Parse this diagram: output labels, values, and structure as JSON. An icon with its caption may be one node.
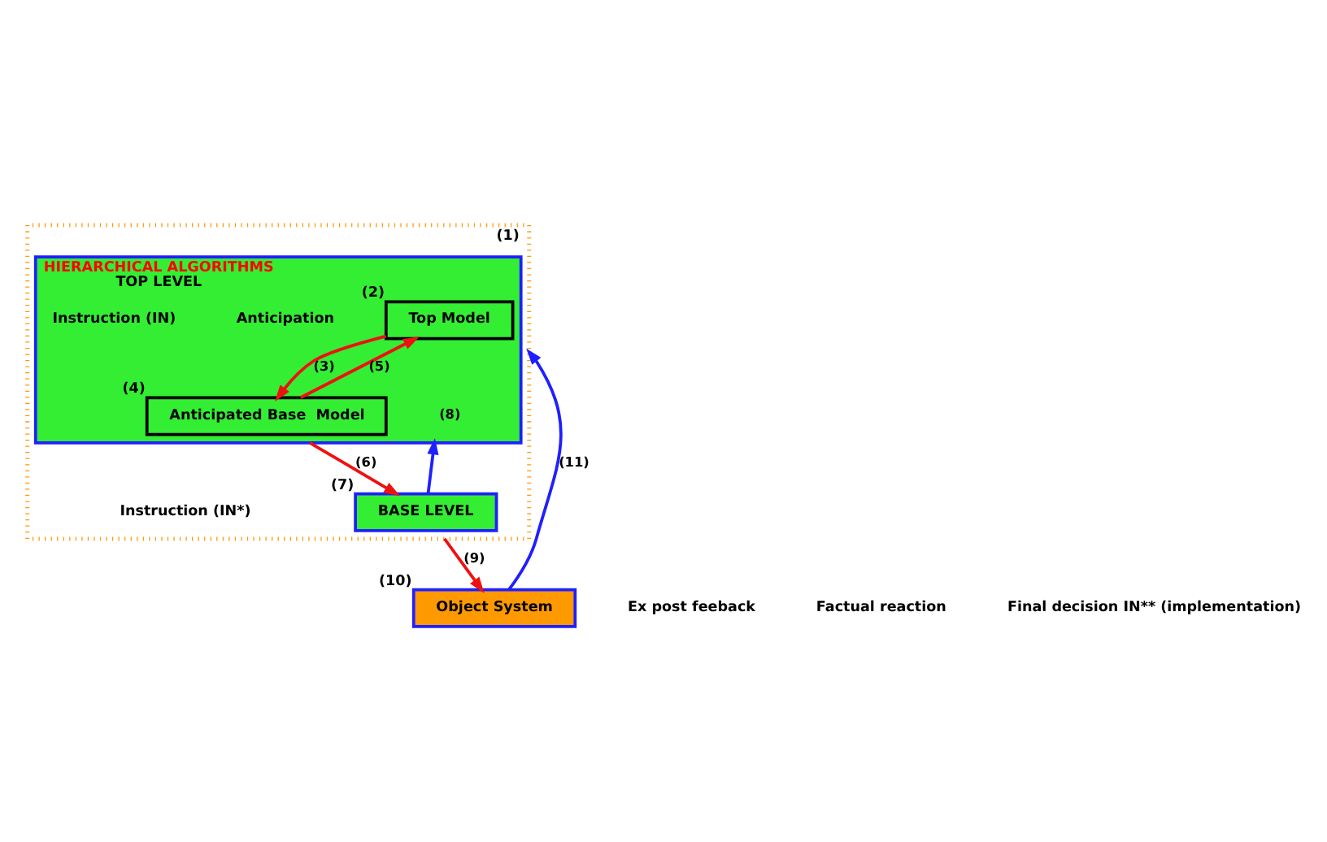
{
  "diagram": {
    "nodes": [
      {
        "text": [
          "(1)"
        ]
      },
      {
        "text": [
          "HIERARCHICAL ALGORITHMS",
          "TOP LEVEL"
        ],
        "in": 0
      },
      {
        "text": [
          "Top Model"
        ],
        "beside": [
          "(2)"
        ],
        "in": 1
      },
      {
        "text": [
          "Anticipated Base  Model"
        ],
        "beside": [
          "(4)"
        ],
        "in": 1
      },
      {
        "text": [
          "BASE LEVEL"
        ],
        "beside": [
          "(7)"
        ],
        "in": 0
      },
      {
        "text": [
          "Object System"
        ],
        "beside": [
          "(10)"
        ]
      }
    ],
    "edges": [
      {
        "from": 3,
        "to": 2,
        "arrow": "to",
        "label": "(5)"
      },
      {
        "from": 2,
        "to": 3,
        "arrow": "to",
        "label": "(3)"
      },
      {
        "from": 1,
        "to": 4,
        "arrow": "to",
        "label": "(6)"
      },
      {
        "from": 4,
        "to": 1,
        "arrow": "to",
        "label": "(8)",
        "color": "#1f1fff"
      },
      {
        "from": 0,
        "to": 5,
        "arrow": "to",
        "label": "(9)"
      },
      {
        "from": 5,
        "to": 0,
        "arrow": "to",
        "label": "(11)",
        "color": "#1f1fff"
      }
    ],
    "labels": [
      "Ex post feeback",
      "Anticipation",
      "Instruction (IN)",
      "Instruction (IN*)",
      "Factual reaction",
      "Final decision IN** (implementation)"
    ]
  }
}
